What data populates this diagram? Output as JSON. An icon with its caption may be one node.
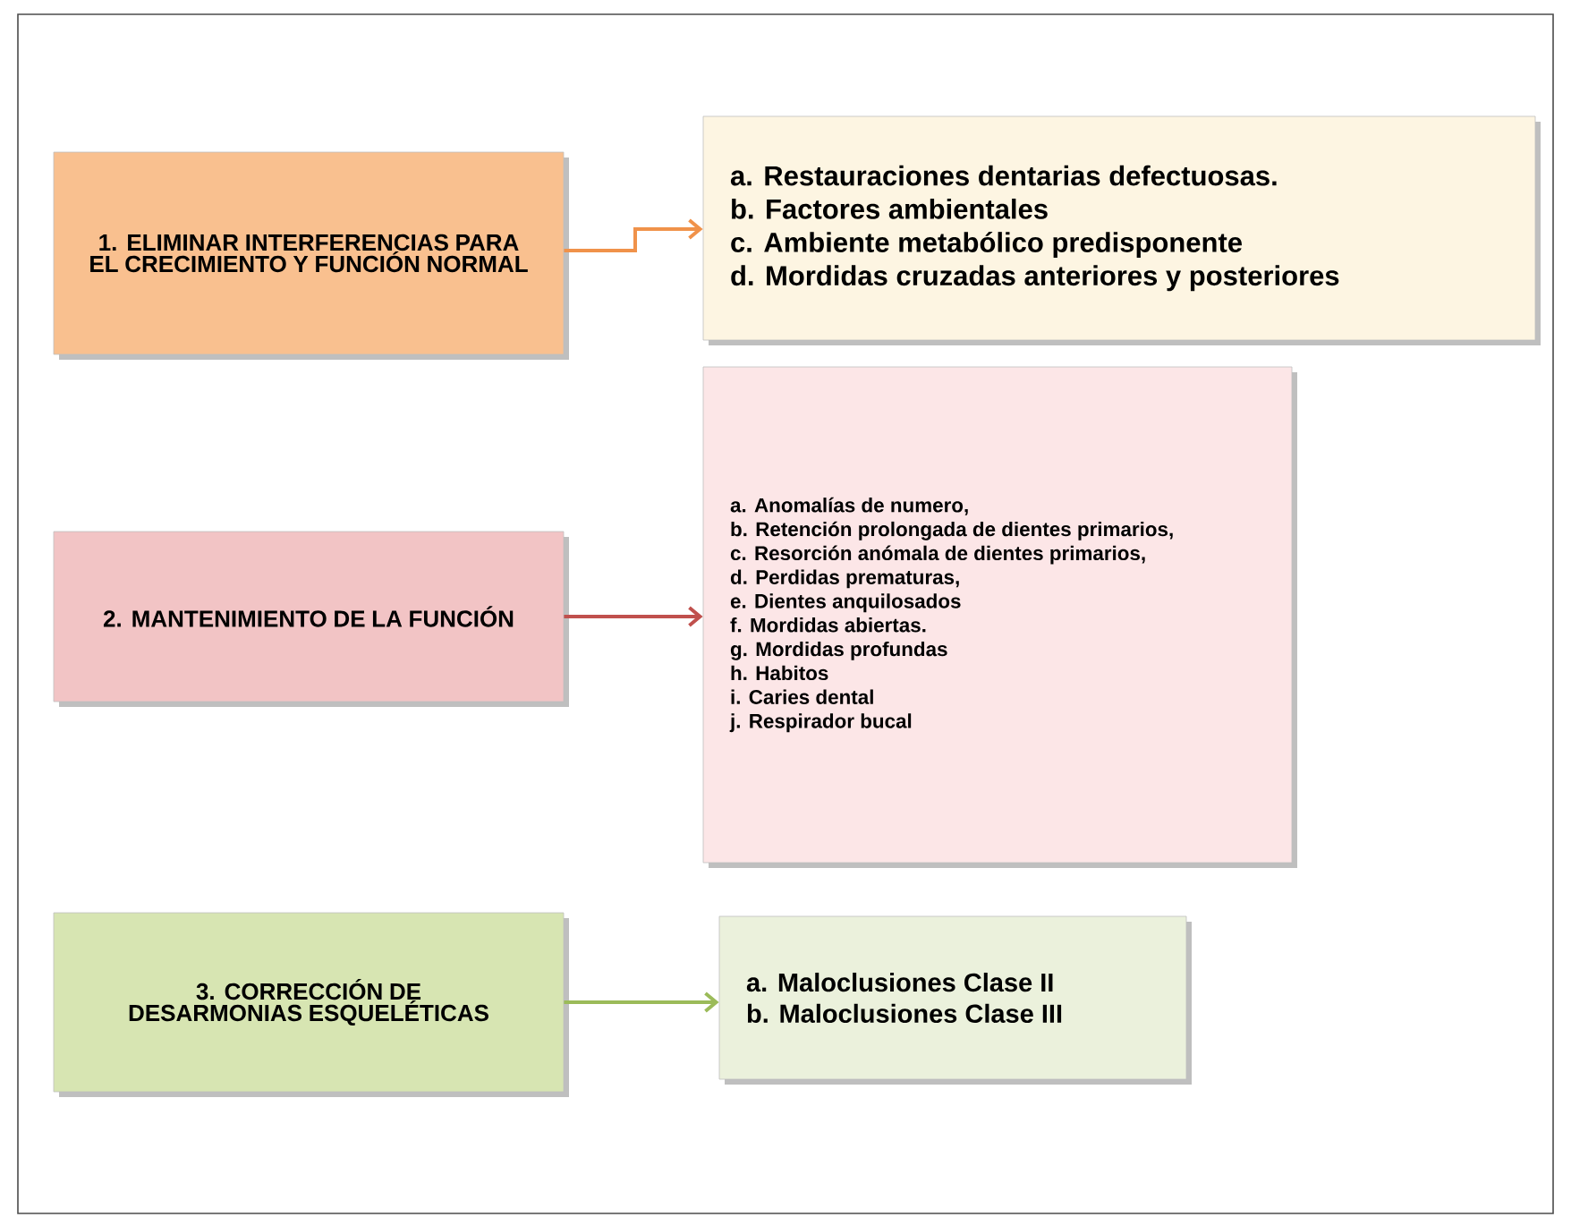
{
  "diagram": {
    "nodes": [
      {
        "text": [
          "1. ELIMINAR INTERFERENCIAS PARA EL CRECIMIENTO Y FUNCIÓN NORMAL"
        ]
      },
      {
        "text": [
          "a. Restauraciones dentarias defectuosas.",
          "b. Factores ambientales",
          "c. Ambiente metabólico predisponente",
          "d. Mordidas cruzadas anteriores y posteriores"
        ]
      },
      {
        "text": [
          "2. MANTENIMIENTO DE LA FUNCIÓN"
        ]
      },
      {
        "text": [
          "a. Anomalías de numero,",
          "b. Retención prolongada de dientes primarios,",
          "c. Resorción anómala de dientes primarios,",
          "d. Perdidas prematuras,",
          "e. Dientes anquilosados",
          "f. Mordidas abiertas.",
          "g. Mordidas profundas",
          "h. Habitos",
          "i. Caries dental",
          "j. Respirador bucal"
        ]
      },
      {
        "text": [
          "3. CORRECCIÓN DE DESARMONIAS ESQUELÉTICAS"
        ]
      },
      {
        "text": [
          "a. Maloclusiones Clase II",
          "b. Maloclusiones Clase III"
        ]
      }
    ],
    "edges": [
      {
        "from": 0,
        "to": 1,
        "arrow": "to",
        "color": "#f0924a"
      },
      {
        "from": 2,
        "to": 3,
        "arrow": "to",
        "color": "#c0504d"
      },
      {
        "from": 4,
        "to": 5,
        "arrow": "to",
        "color": "#9bbb59"
      }
    ]
  }
}
